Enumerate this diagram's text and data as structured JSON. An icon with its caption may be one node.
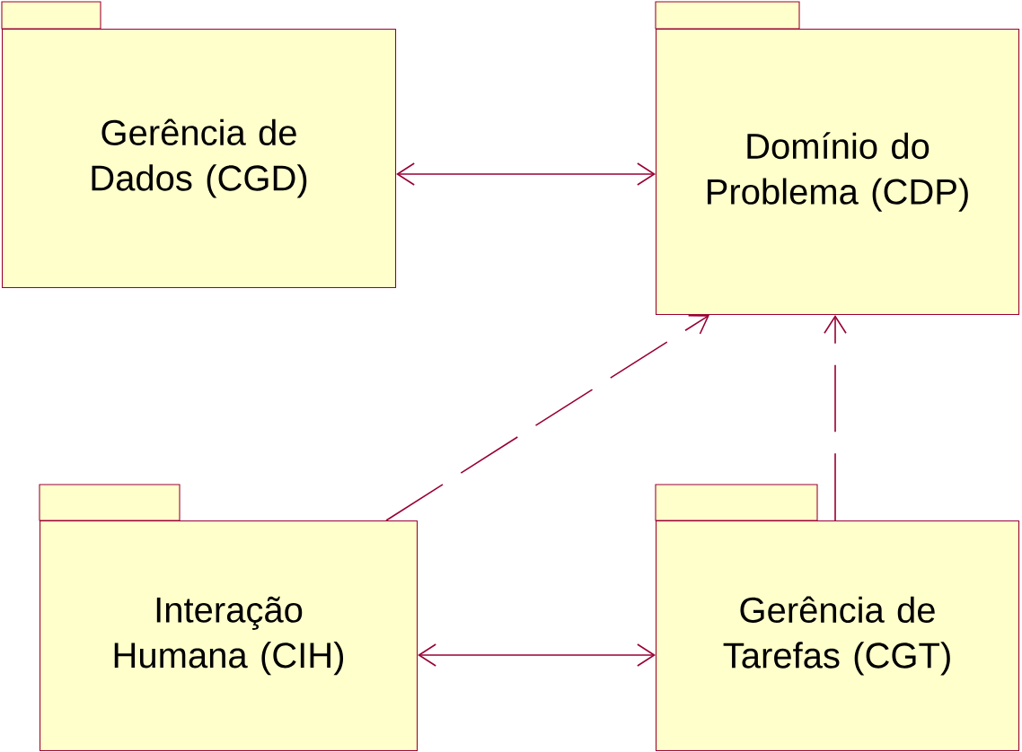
{
  "diagram": {
    "nodes": [
      {
        "text": [
          "Gerência de Dados (CGD)"
        ]
      },
      {
        "text": [
          "Domínio do Problema (CDP)"
        ]
      },
      {
        "text": [
          "Interação Humana (CIH)"
        ]
      },
      {
        "text": [
          "Gerência de Tarefas (CGT)"
        ]
      }
    ],
    "edges": [
      {
        "from": 0,
        "to": 1,
        "arrow": "both"
      },
      {
        "from": 2,
        "to": 1,
        "arrow": "to",
        "style": "dashed"
      },
      {
        "from": 3,
        "to": 1,
        "arrow": "to",
        "style": "dashed"
      },
      {
        "from": 2,
        "to": 3,
        "arrow": "both"
      }
    ]
  }
}
